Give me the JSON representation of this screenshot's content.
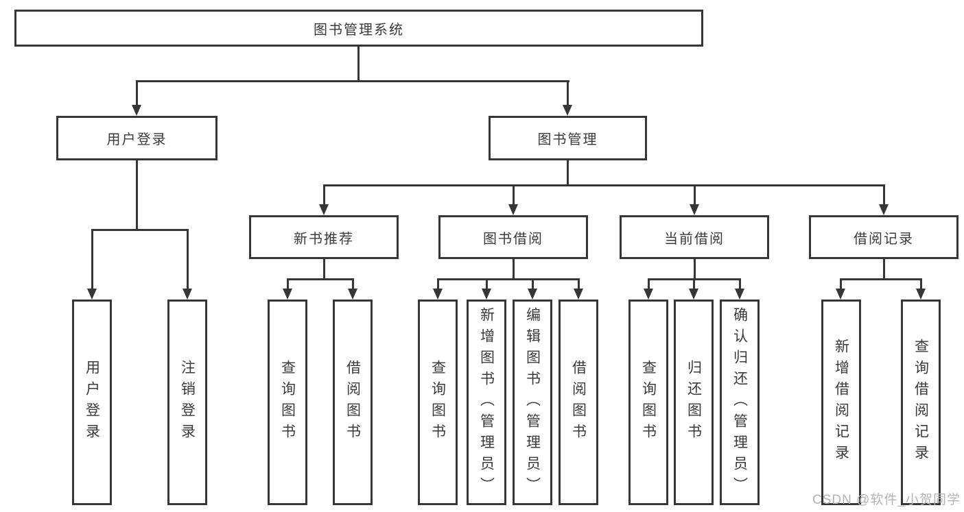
{
  "diagram": {
    "tree": {
      "label": "图书管理系统",
      "children": [
        {
          "label": "用户登录",
          "children": [
            {
              "label": "用户登录"
            },
            {
              "label": "注销登录"
            }
          ]
        },
        {
          "label": "图书管理",
          "children": [
            {
              "label": "新书推荐",
              "children": [
                {
                  "label": "查询图书"
                },
                {
                  "label": "借阅图书"
                }
              ]
            },
            {
              "label": "图书借阅",
              "children": [
                {
                  "label": "查询图书"
                },
                {
                  "label": "新增图书（管理员）"
                },
                {
                  "label": "编辑图书（管理员）"
                },
                {
                  "label": "借阅图书"
                }
              ]
            },
            {
              "label": "当前借阅",
              "children": [
                {
                  "label": "查询图书"
                },
                {
                  "label": "归还图书"
                },
                {
                  "label": "确认归还（管理员）"
                }
              ]
            },
            {
              "label": "借阅记录",
              "children": [
                {
                  "label": "新增借阅记录"
                },
                {
                  "label": "查询借阅记录"
                }
              ]
            }
          ]
        }
      ]
    },
    "watermark": "CSDN @软件_小贺同学",
    "colors": {
      "line": "#363636",
      "text": "#3a3a3a",
      "watermark": "#b3b3b3",
      "background": "#ffffff"
    }
  }
}
